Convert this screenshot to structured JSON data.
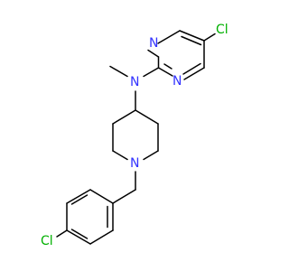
{
  "molecule": {
    "colors": {
      "bond": "#000000",
      "nitrogen": "#3333ff",
      "chlorine": "#00b000"
    },
    "atoms": {
      "cl_pyrimidine": {
        "text": "Cl",
        "element": "chlorine"
      },
      "n_pyrimidine_top": {
        "text": "N",
        "element": "nitrogen"
      },
      "n_pyrimidine_bottom": {
        "text": "N",
        "element": "nitrogen"
      },
      "n_amine": {
        "text": "N",
        "element": "nitrogen"
      },
      "n_piperidine": {
        "text": "N",
        "element": "nitrogen"
      },
      "cl_benzyl": {
        "text": "Cl",
        "element": "chlorine"
      }
    }
  }
}
